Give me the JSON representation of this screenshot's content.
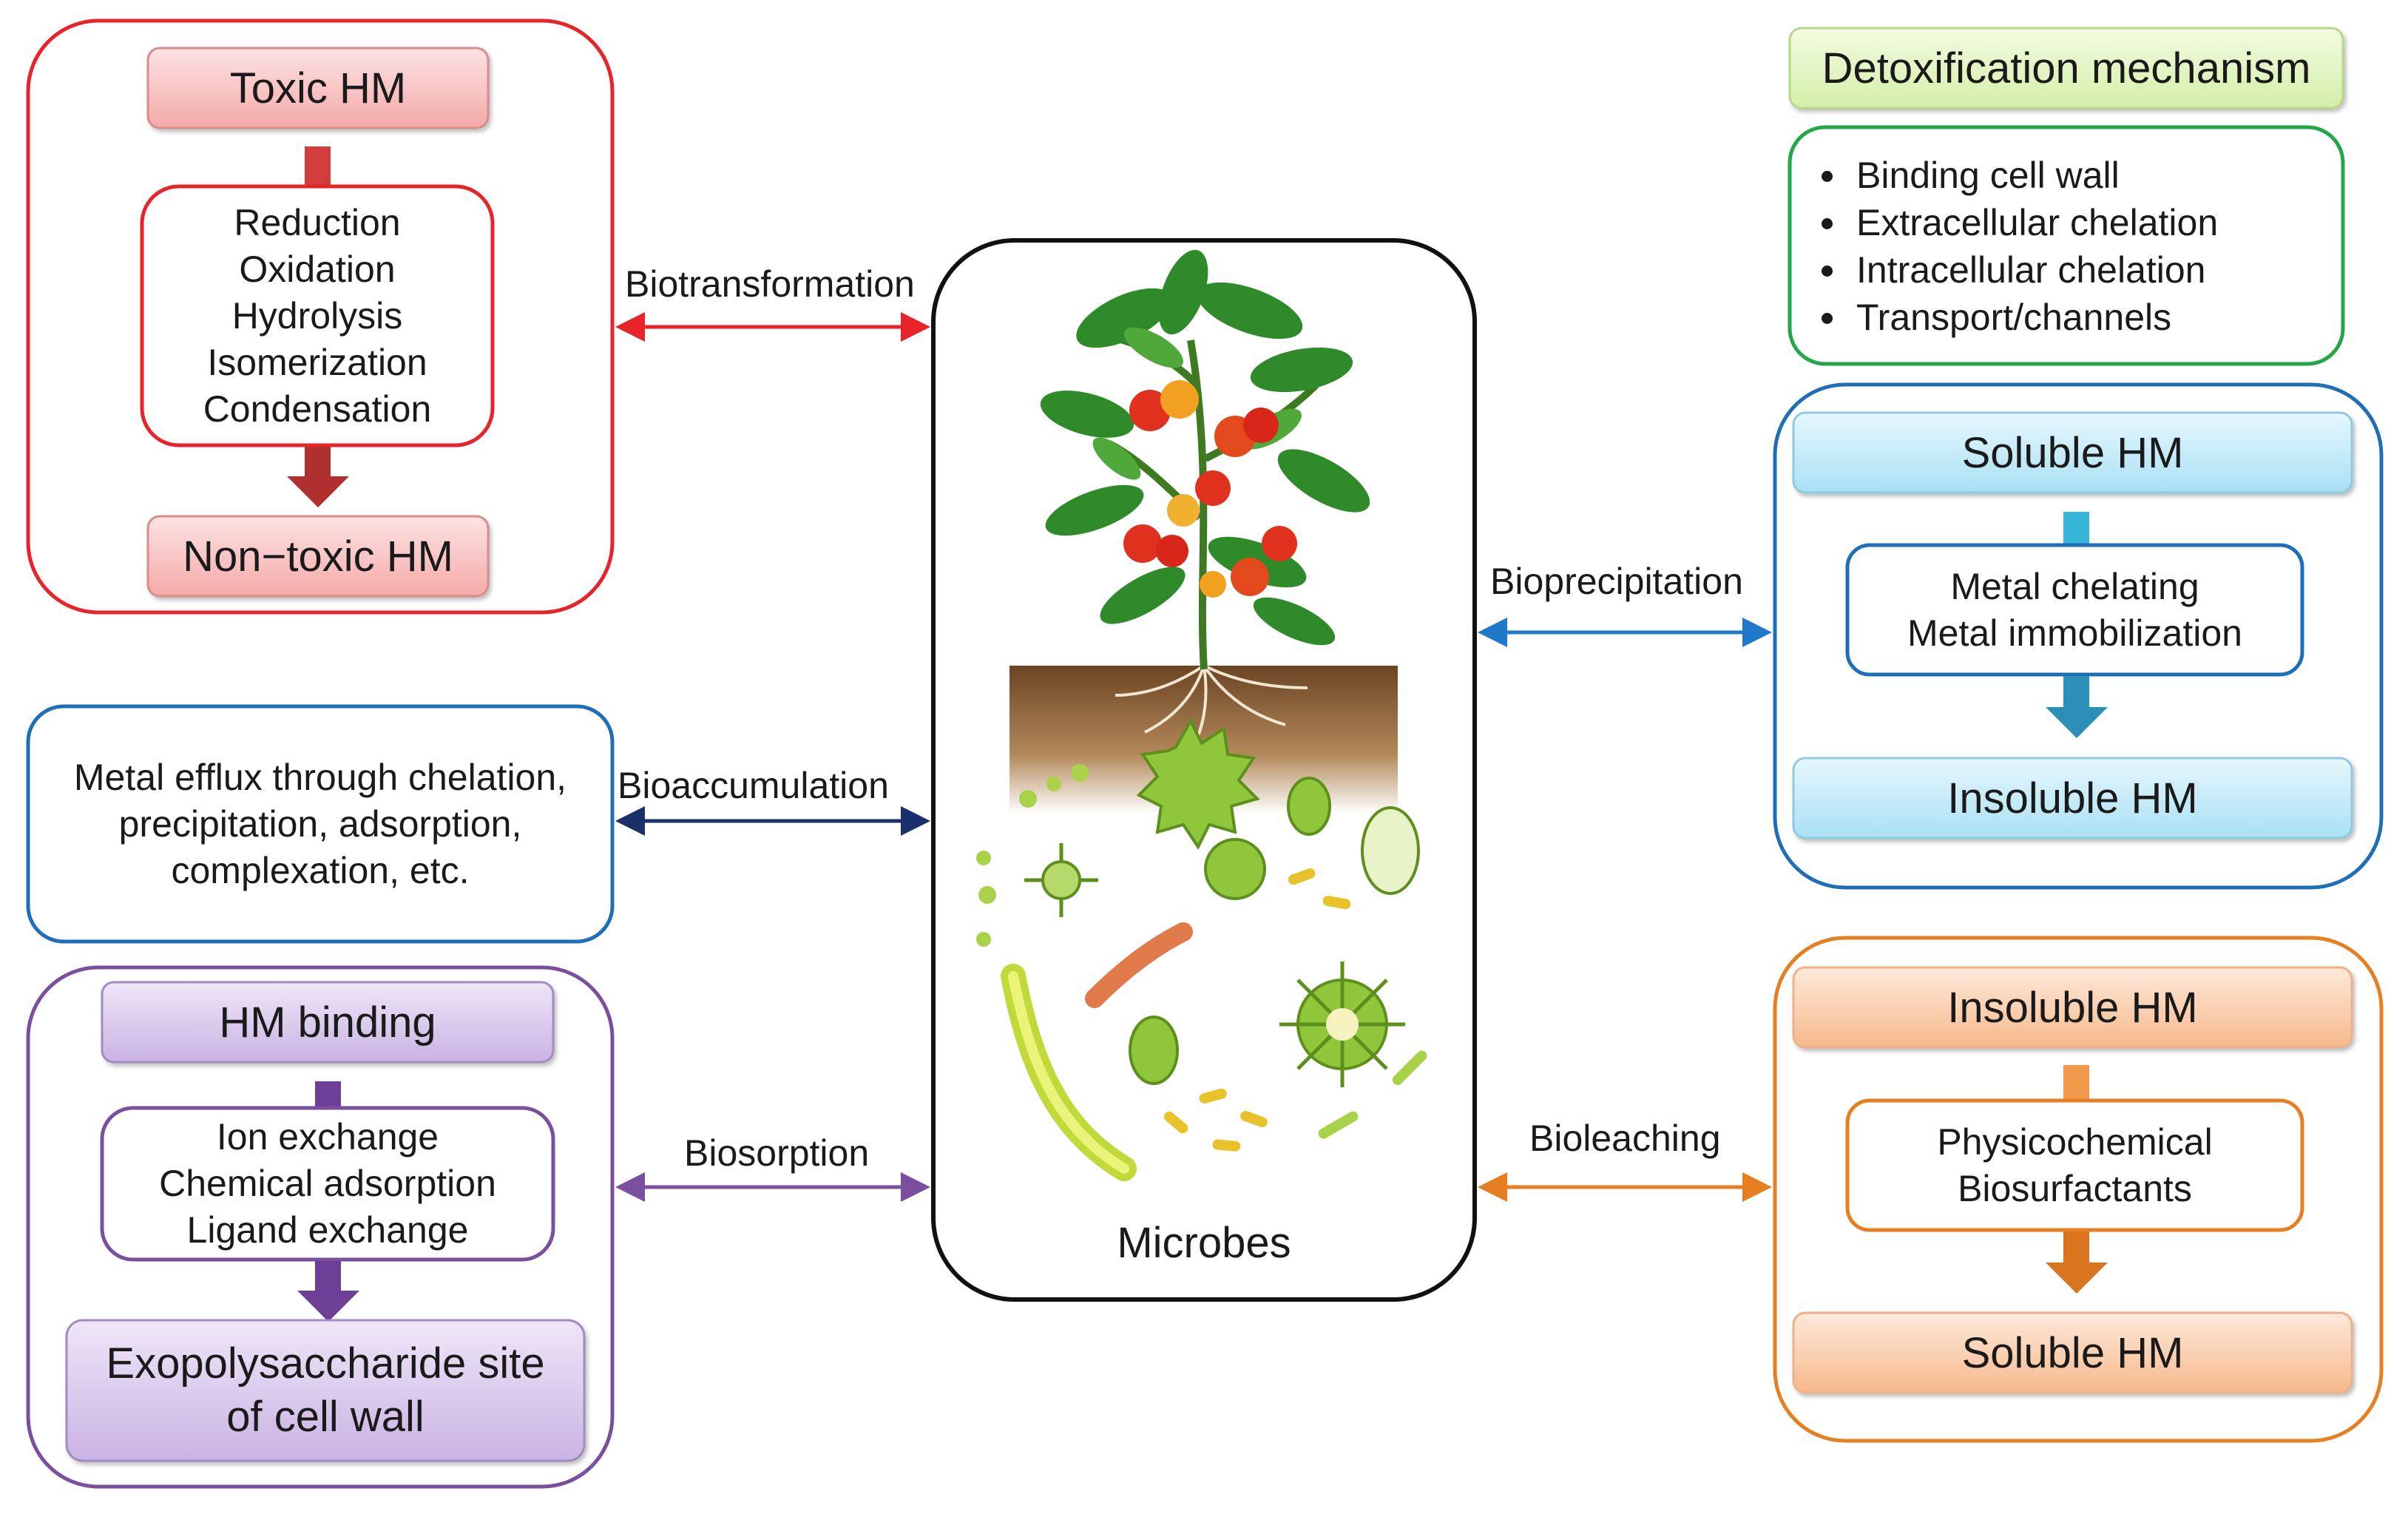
{
  "biotransformation": {
    "top": "Toxic HM",
    "steps": [
      "Reduction",
      "Oxidation",
      "Hydrolysis",
      "Isomerization",
      "Condensation"
    ],
    "bottom": "Non−toxic HM",
    "edge_label": "Biotransformation",
    "color": "#e8232a"
  },
  "bioaccumulation": {
    "lines": [
      "Metal efflux through chelation,",
      "precipitation, adsorption,",
      "complexation, etc."
    ],
    "edge_label": "Bioaccumulation",
    "color": "#1f6fb8"
  },
  "biosorption": {
    "top": "HM binding",
    "steps": [
      "Ion exchange",
      "Chemical adsorption",
      "Ligand exchange"
    ],
    "bottom_lines": [
      "Exopolysaccharide site",
      "of cell wall"
    ],
    "edge_label": "Biosorption",
    "color": "#7b4fa0"
  },
  "detoxification": {
    "title": "Detoxification mechanism",
    "items": [
      "Binding cell wall",
      "Extracellular chelation",
      "Intracellular chelation",
      "Transport/channels"
    ],
    "color": "#22a84a"
  },
  "bioprecipitation": {
    "top": "Soluble HM",
    "steps": [
      "Metal chelating",
      "Metal immobilization"
    ],
    "bottom": "Insoluble HM",
    "edge_label": "Bioprecipitation",
    "color": "#1f6fb8"
  },
  "bioleaching": {
    "top": "Insoluble HM",
    "steps": [
      "Physicochemical",
      "Biosurfactants"
    ],
    "bottom": "Soluble HM",
    "edge_label": "Bioleaching",
    "color": "#e67e22"
  },
  "center": {
    "label": "Microbes",
    "illustration_icon": "tomato-plant-and-microbes-icon"
  }
}
